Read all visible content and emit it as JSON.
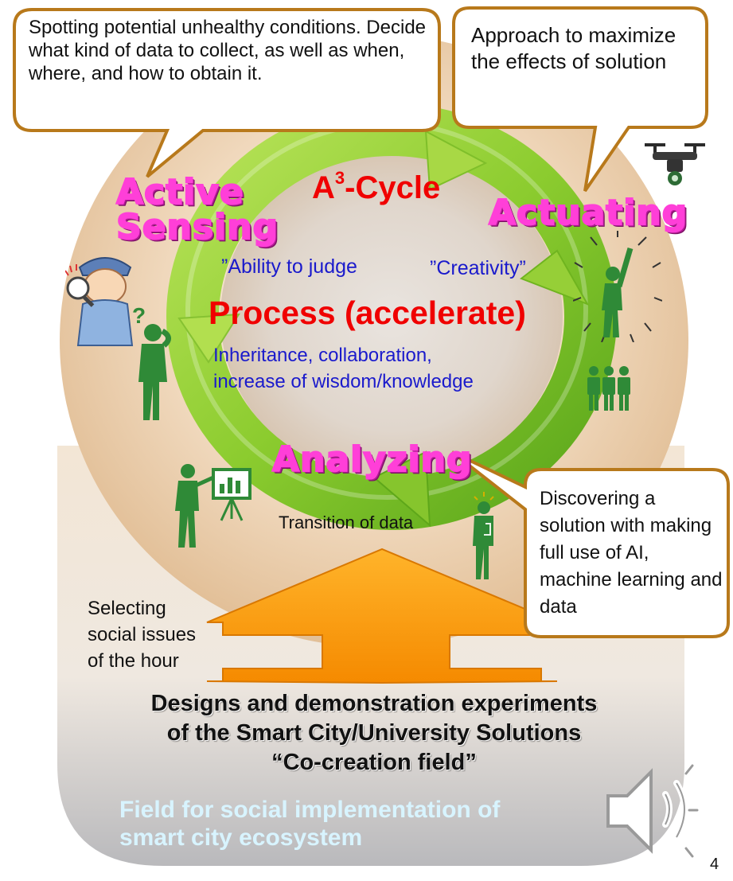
{
  "callouts": {
    "sensing": "Spotting potential unhealthy conditions. Decide what kind of data to collect, as well as when, where, and how to obtain it.",
    "actuating": "Approach to maximize the effects of solution",
    "analyzing": "Discovering a solution with making full use of AI, machine learning and data"
  },
  "cycle": {
    "title_main": "A",
    "title_sup": "3",
    "title_rest": "-Cycle",
    "active_sensing_line1": "Active",
    "active_sensing_line2": "Sensing",
    "actuating": "Actuating",
    "analyzing": "Analyzing",
    "ability": "”Ability to judge",
    "creativity": "”Creativity”",
    "process": "Process (accelerate)",
    "inheritance_line1": "Inheritance, collaboration,",
    "inheritance_line2": "increase of wisdom/knowledge",
    "transition": "Transition of data"
  },
  "selecting": {
    "line1": "Selecting",
    "line2": "social issues",
    "line3": "of the hour"
  },
  "designs": {
    "line1": "Designs and demonstration experiments",
    "line2": "of the Smart City/University Solutions",
    "line3": "“Co-creation field”"
  },
  "field": {
    "line1": "Field for social implementation of",
    "line2": "smart city ecosystem"
  },
  "page_number": "4",
  "colors": {
    "callout_border": "#b8791b",
    "pink_title": "#ff3fd8",
    "red_title": "#f00000",
    "blue_text": "#1a1acc",
    "figure_green": "#2f8a37",
    "arrow_orange": "#ff9a00",
    "field_text": "#d8f4ff"
  },
  "icons": [
    "drone-icon",
    "detective-person-icon",
    "question-person-icon",
    "cheering-person-icon",
    "group-people-icon",
    "presenter-chart-icon",
    "idea-person-icon",
    "speaker-icon"
  ]
}
